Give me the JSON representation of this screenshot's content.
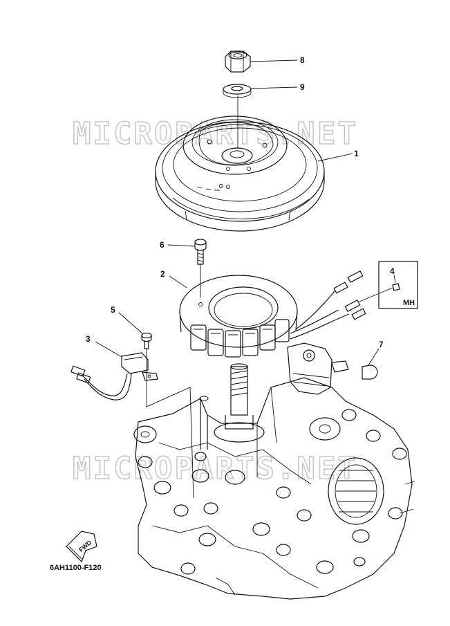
{
  "watermark": "MICROPARTS.NET",
  "callouts": {
    "c1": "1",
    "c2": "2",
    "c3": "3",
    "c4": "4",
    "c5": "5",
    "c6": "6",
    "c7": "7",
    "c8": "8",
    "c9": "9"
  },
  "variant_label": "MH",
  "direction_label": "FWD",
  "diagram_code": "6AH1100-F120"
}
